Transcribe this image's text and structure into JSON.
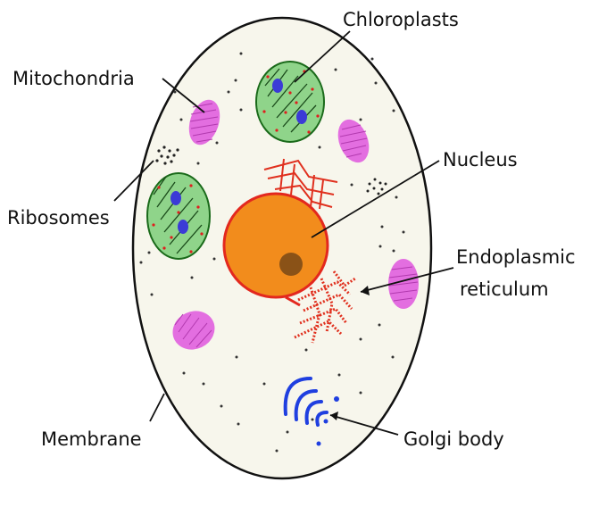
{
  "labels": {
    "chloroplasts": "Chloroplasts",
    "mitochondria": "Mitochondria",
    "nucleus": "Nucleus",
    "ribosomes": "Ribosomes",
    "er_line1": "Endoplasmic",
    "er_line2": "reticulum",
    "membrane": "Membrane",
    "golgi": "Golgi body"
  },
  "colors": {
    "cytoplasm": "#f7f6ec",
    "membrane": "#111111",
    "nucleus_fill": "#f28c1c",
    "nucleus_border": "#e3281e",
    "nucleolus": "#8a5217",
    "chloroplast": "#8fd48a",
    "chloroplast_border": "#1a6a1a",
    "thylakoid_spot": "#3b3bd6",
    "stroma_dot": "#e01e1e",
    "mitochondria": "#e36ee0",
    "endoplasmic_reticulum": "#e0301e",
    "golgi": "#1f3fe0"
  }
}
